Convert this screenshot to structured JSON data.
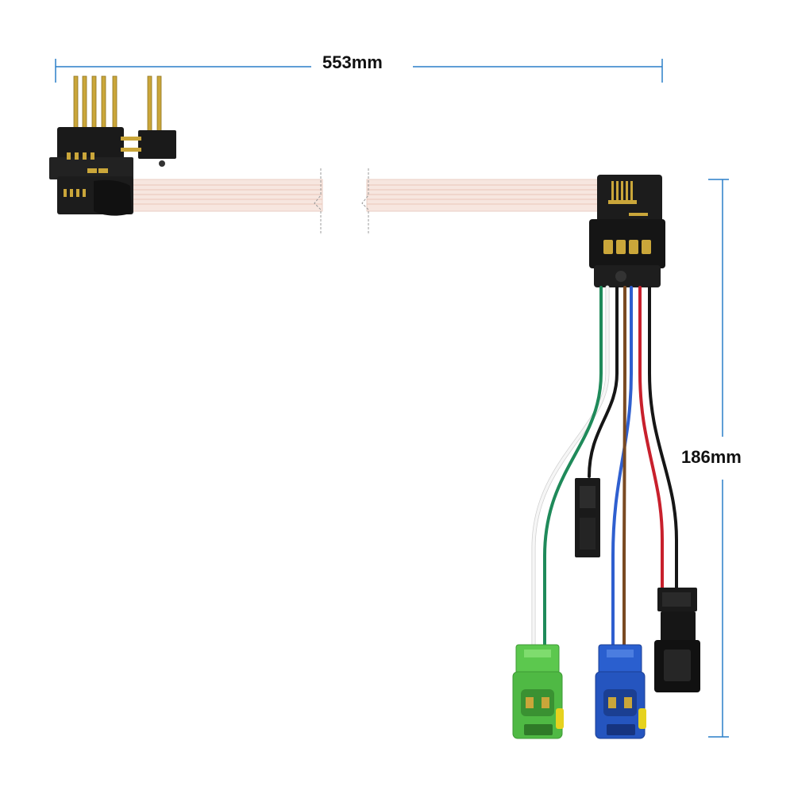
{
  "dimensions": {
    "width_label": "553mm",
    "height_label": "186mm"
  },
  "colors": {
    "dimension_line": "#2a7fc9",
    "ribbon": "#f7e6df",
    "connector_body": "#1a1a1a",
    "gold_pins": "#caa63a",
    "green_connector": "#5cc84e",
    "blue_connector": "#2a5fcf",
    "yellow_tab": "#e6d21e",
    "wire_green": "#1f8a5a",
    "wire_white": "#f4f4f4",
    "wire_black": "#161616",
    "wire_brown": "#7a4a22",
    "wire_blue": "#2f5fcf",
    "wire_red": "#c8202c"
  },
  "wire_colors": [
    "green",
    "white",
    "black",
    "brown",
    "blue",
    "red",
    "black"
  ]
}
